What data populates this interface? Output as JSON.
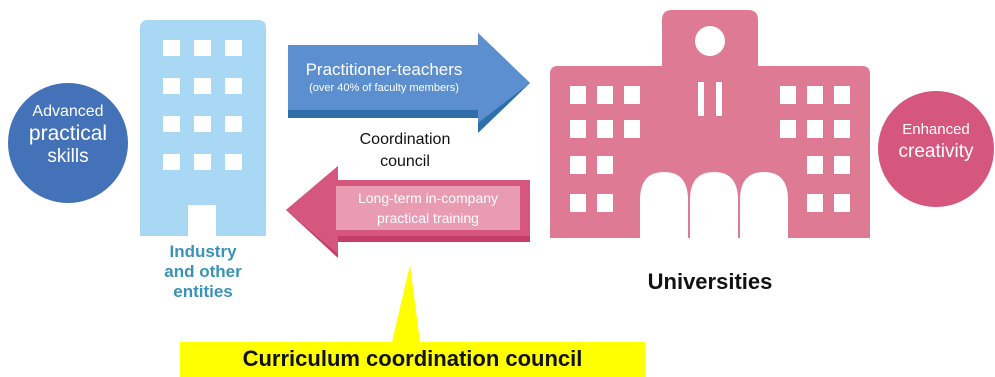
{
  "left_circle": {
    "line1": "Advanced",
    "line2": "practical",
    "line3": "skills"
  },
  "right_circle": {
    "line1": "Enhanced",
    "line2": "creativity"
  },
  "top_arrow": {
    "title": "Practitioner-teachers",
    "subtitle": "(over 40% of faculty members)"
  },
  "middle_label": {
    "line1": "Coordination",
    "line2": "council"
  },
  "bottom_arrow": {
    "line1": "Long-term in-company",
    "line2": "practical training"
  },
  "industry_label": {
    "line1": "Industry",
    "line2": "and other",
    "line3": "entities"
  },
  "universities_label": "Universities",
  "callout": "Curriculum coordination council",
  "colors": {
    "industry_blue": "#a9d8f4",
    "circle_blue": "#4472b8",
    "arrow_blue": "#3f7fc0",
    "university_pink": "#df7a94",
    "arrow_pink": "#d6577d",
    "callout_yellow": "#ffff00",
    "industry_text": "#3a93b6"
  }
}
